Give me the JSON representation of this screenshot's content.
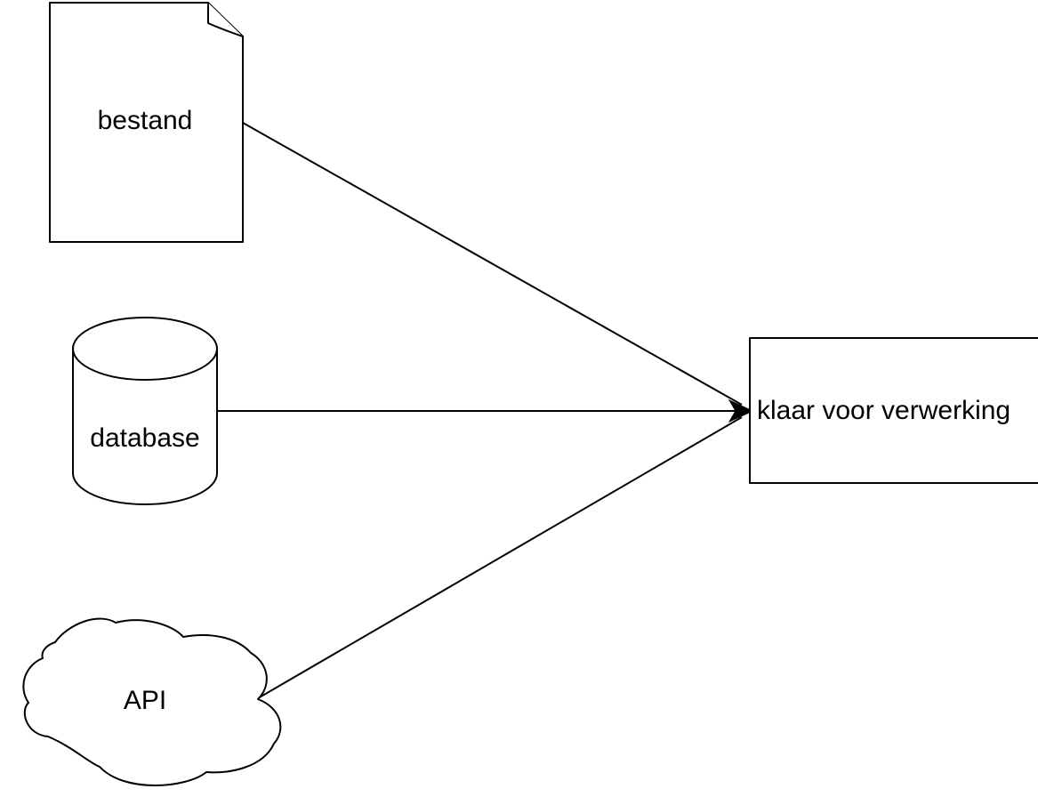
{
  "diagram": {
    "nodes": {
      "file": {
        "label": "bestand",
        "shape": "document"
      },
      "database": {
        "label": "database",
        "shape": "cylinder"
      },
      "api": {
        "label": "API",
        "shape": "cloud"
      },
      "target": {
        "label": "klaar voor verwerking",
        "shape": "rectangle"
      }
    },
    "edges": [
      {
        "from": "bestand",
        "to": "klaar voor verwerking"
      },
      {
        "from": "database",
        "to": "klaar voor verwerking"
      },
      {
        "from": "API",
        "to": "klaar voor verwerking"
      }
    ],
    "colors": {
      "background": "#ffffff",
      "stroke": "#000000",
      "text": "#000000"
    }
  }
}
